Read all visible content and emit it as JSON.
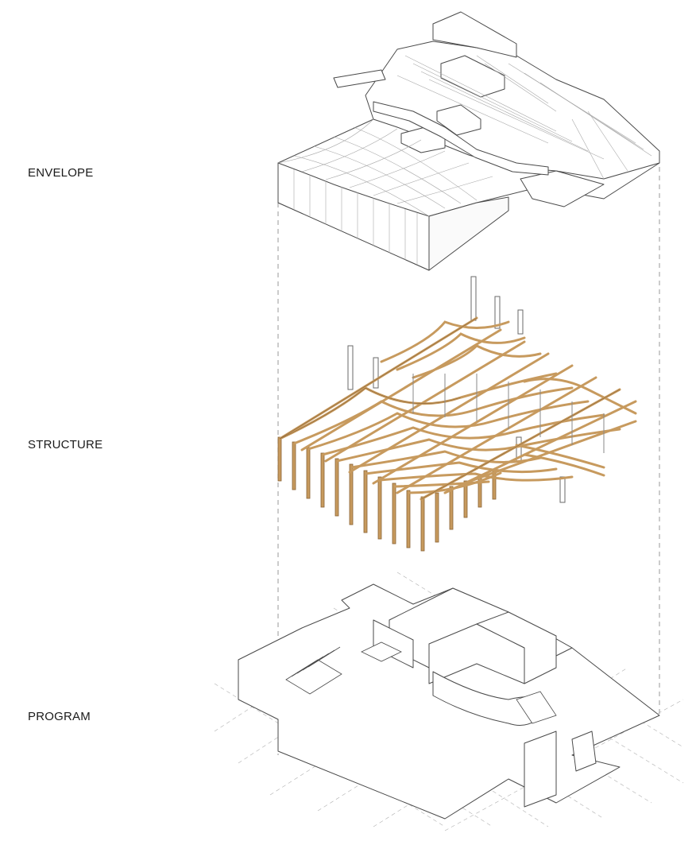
{
  "layers": {
    "envelope": "ENVELOPE",
    "structure": "STRUCTURE",
    "program": "PROGRAM"
  },
  "colors": {
    "line": "#4a4a4a",
    "light_line": "#a8a8a8",
    "dashed": "#9a9a9a",
    "timber": "#c79a5e",
    "timber_dark": "#8a6334"
  }
}
